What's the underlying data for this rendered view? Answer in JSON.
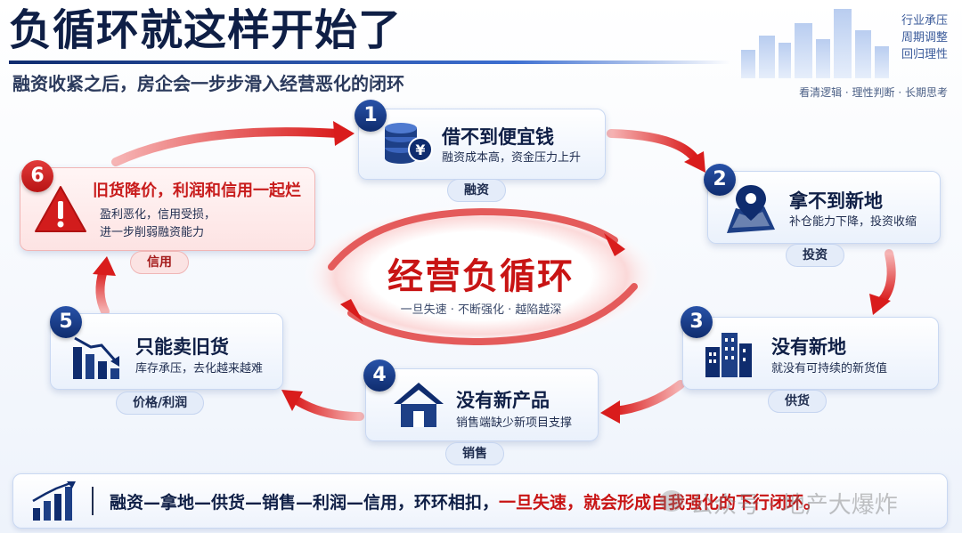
{
  "header": {
    "title": "负循环就这样开始了",
    "subtitle": "融资收紧之后，房企会一步步滑入经营恶化的闭环",
    "tagline": [
      "行业承压",
      "周期调整",
      "回归理性"
    ],
    "motto": "看清逻辑 · 理性判断 · 长期思考"
  },
  "center": {
    "title": "经营负循环",
    "subtitle": "一旦失速 · 不断强化 · 越陷越深"
  },
  "steps": [
    {
      "num": "1",
      "title": "借不到便宜钱",
      "desc": "融资成本高，资金压力上升",
      "tag": "融资",
      "icon": "coins-yen-icon"
    },
    {
      "num": "2",
      "title": "拿不到新地",
      "desc": "补仓能力下降，投资收缩",
      "tag": "投资",
      "icon": "map-pin-icon"
    },
    {
      "num": "3",
      "title": "没有新地",
      "desc": "就没有可持续的新货值",
      "tag": "供货",
      "icon": "buildings-icon"
    },
    {
      "num": "4",
      "title": "没有新产品",
      "desc": "销售端缺少新项目支撑",
      "tag": "销售",
      "icon": "house-icon"
    },
    {
      "num": "5",
      "title": "只能卖旧货",
      "desc": "库存承压，去化越来越难",
      "tag": "价格/利润",
      "icon": "bar-chart-down-icon"
    },
    {
      "num": "6",
      "title": "旧货降价，利润和信用一起烂",
      "desc1": "盈利恶化，信用受损，",
      "desc2": "进一步削弱融资能力",
      "tag": "信用",
      "icon": "warning-icon"
    }
  ],
  "footer": {
    "text_main": "融资—拿地—供货—销售—利润—信用，环环相扣，",
    "text_highlight": "一旦失速，就会形成自我强化的下行闭环。",
    "watermark": "公众号 · 地产大爆炸",
    "icon": "chart-up-icon"
  },
  "colors": {
    "navy": "#0f1f46",
    "accent_red": "#c81414",
    "blue": "#2852a8"
  }
}
